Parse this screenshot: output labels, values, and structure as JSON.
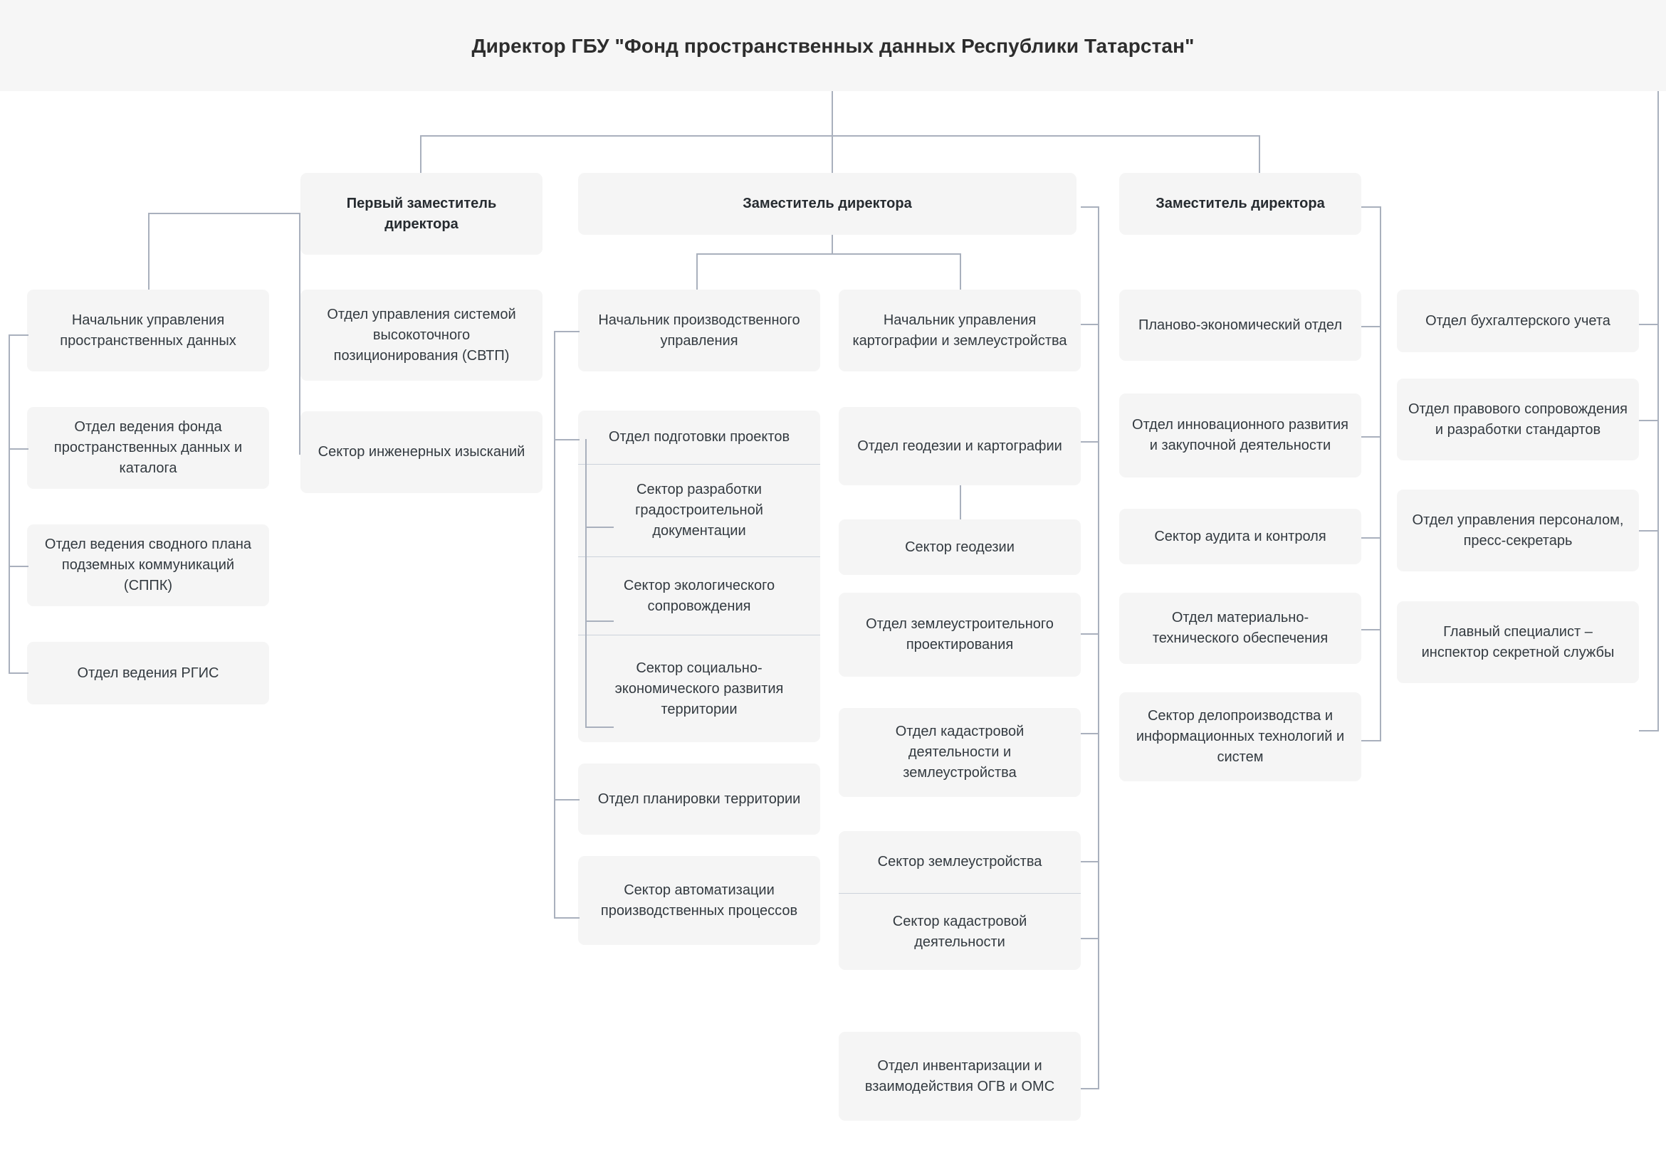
{
  "header": {
    "title": "Директор ГБУ \"Фонд пространственных данных Республики Татарстан\""
  },
  "colors": {
    "page_background": "#ffffff",
    "title_band": "#f6f6f6",
    "node_background": "#f5f5f5",
    "connector": "#a9b0bd",
    "text": "#333a40",
    "divider": "#ccd2db"
  },
  "chart_data": {
    "type": "org-chart",
    "root": "Директор ГБУ \"Фонд пространственных данных Республики Татарстан\"",
    "level1": [
      "Первый заместитель директора",
      "Заместитель директора",
      "Заместитель директора"
    ]
  },
  "nodes": {
    "deputy_first": "Первый заместитель директора",
    "deputy_second": "Заместитель директора",
    "deputy_third": "Заместитель директора",
    "col1_head": "Начальник управления пространственных данных",
    "col1_b": "Отдел ведения фонда пространственных данных и каталога",
    "col1_c": "Отдел ведения сводного плана подземных коммуникаций (СППК)",
    "col1_d": "Отдел ведения РГИС",
    "col2_a": "Отдел управления системой высокоточного позиционирования (СВТП)",
    "col2_b": "Сектор инженерных изысканий",
    "col3_head": "Начальник производственного управления",
    "col3_s1": "Отдел подготовки проектов",
    "col3_s2": "Сектор разработки градостроительной документации",
    "col3_s3": "Сектор экологического сопровождения",
    "col3_s4": "Сектор социально-экономического развития территории",
    "col3_c": "Отдел планировки территории",
    "col3_d": "Сектор автоматизации производственных процессов",
    "col4_head": "Начальник управления картографии и землеустройства",
    "col4_b": "Отдел геодезии и картографии",
    "col4_c": "Сектор геодезии",
    "col4_d": "Отдел землеустроительного проектирования",
    "col4_e": "Отдел кадастровой деятельности и землеустройства",
    "col4_f1": "Сектор землеустройства",
    "col4_f2": "Сектор кадастровой деятельности",
    "col4_g": "Отдел инвентаризации и взаимодействия ОГВ и ОМС",
    "col5_a": "Планово-экономический отдел",
    "col5_b": "Отдел инновационного развития и закупочной деятельности",
    "col5_c": "Сектор аудита и контроля",
    "col5_d": "Отдел материально-технического обеспечения",
    "col5_e": "Сектор делопроизводства и информационных технологий и систем",
    "col6_a": "Отдел бухгалтерского учета",
    "col6_b": "Отдел правового сопровождения и разработки стандартов",
    "col6_c": "Отдел управления персоналом, пресс-секретарь",
    "col6_d": "Главный специалист – инспектор секретной службы"
  }
}
